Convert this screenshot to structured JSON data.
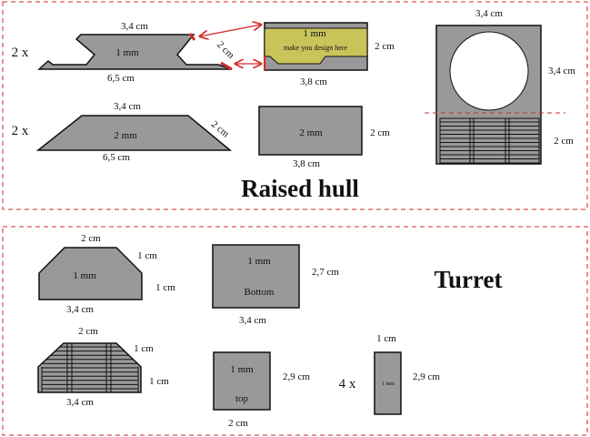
{
  "raised_hull": {
    "title": "Raised hull",
    "side_piece": {
      "multiplier": "2 x",
      "top": "3,4 cm",
      "thickness": "1 mm",
      "bottom": "6,5 cm",
      "slant": "2 cm"
    },
    "design_panel": {
      "thickness": "1 mm",
      "note": "make you design here",
      "height": "2 cm",
      "width": "3,8 cm"
    },
    "trapezoid_piece": {
      "multiplier": "2 x",
      "top": "3,4 cm",
      "thickness": "2 mm",
      "bottom": "6,5 cm",
      "slant": "2 cm"
    },
    "rect_piece": {
      "thickness": "2 mm",
      "height": "2 cm",
      "width": "3,8 cm"
    },
    "front_piece": {
      "width": "3,4 cm",
      "upper_height": "3,4 cm",
      "lower_height": "2 cm"
    }
  },
  "turret": {
    "title": "Turret",
    "front_plate": {
      "top": "2 cm",
      "slant": "1 cm",
      "thickness": "1 mm",
      "side": "1 cm",
      "bottom": "3,4 cm"
    },
    "bottom_plate": {
      "thickness": "1 mm",
      "name": "Bottom",
      "height": "2,7 cm",
      "width": "3,4 cm"
    },
    "rear_plate": {
      "top": "2 cm",
      "slant": "1 cm",
      "side": "1 cm",
      "bottom": "3,4 cm"
    },
    "top_plate": {
      "thickness": "1 mm",
      "name": "top",
      "height": "2,9 cm",
      "width": "2 cm"
    },
    "side_strip": {
      "multiplier": "4 x",
      "width": "1 cm",
      "thickness": "1 mm",
      "height": "2,9 cm"
    }
  },
  "colors": {
    "frame": "#d42a2a",
    "part": "#999999",
    "design_area": "#c8c45a"
  }
}
